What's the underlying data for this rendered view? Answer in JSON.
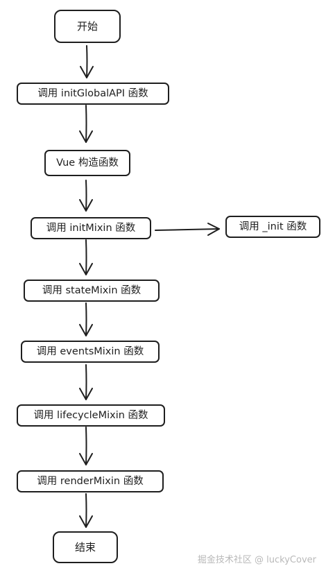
{
  "nodes": {
    "start": "开始",
    "init_global_api": "调用 initGlobalAPI 函数",
    "vue_constructor": "Vue 构造函数",
    "init_mixin": "调用 initMixin 函数",
    "init_fn": "调用 _init 函数",
    "state_mixin": "调用 stateMixin 函数",
    "events_mixin": "调用 eventsMixin 函数",
    "lifecycle_mixin": "调用 lifecycleMixin 函数",
    "render_mixin": "调用 renderMixin 函数",
    "end": "结束"
  },
  "watermark": "掘金技术社区 @ luckyCover"
}
